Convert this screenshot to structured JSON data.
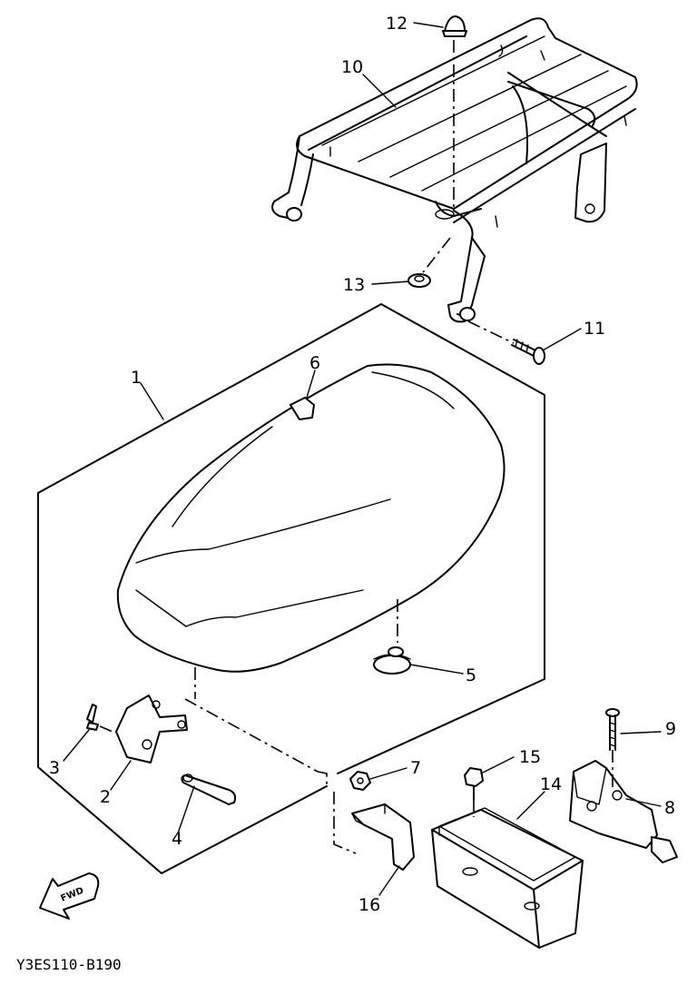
{
  "callouts": {
    "c1": "1",
    "c2": "2",
    "c3": "3",
    "c4": "4",
    "c5": "5",
    "c6": "6",
    "c7": "7",
    "c8": "8",
    "c9": "9",
    "c10": "10",
    "c11": "11",
    "c12": "12",
    "c13": "13",
    "c14": "14",
    "c15": "15",
    "c16": "16"
  },
  "direction_badge": "FWD",
  "diagram_code": "Y3ES110-B190"
}
